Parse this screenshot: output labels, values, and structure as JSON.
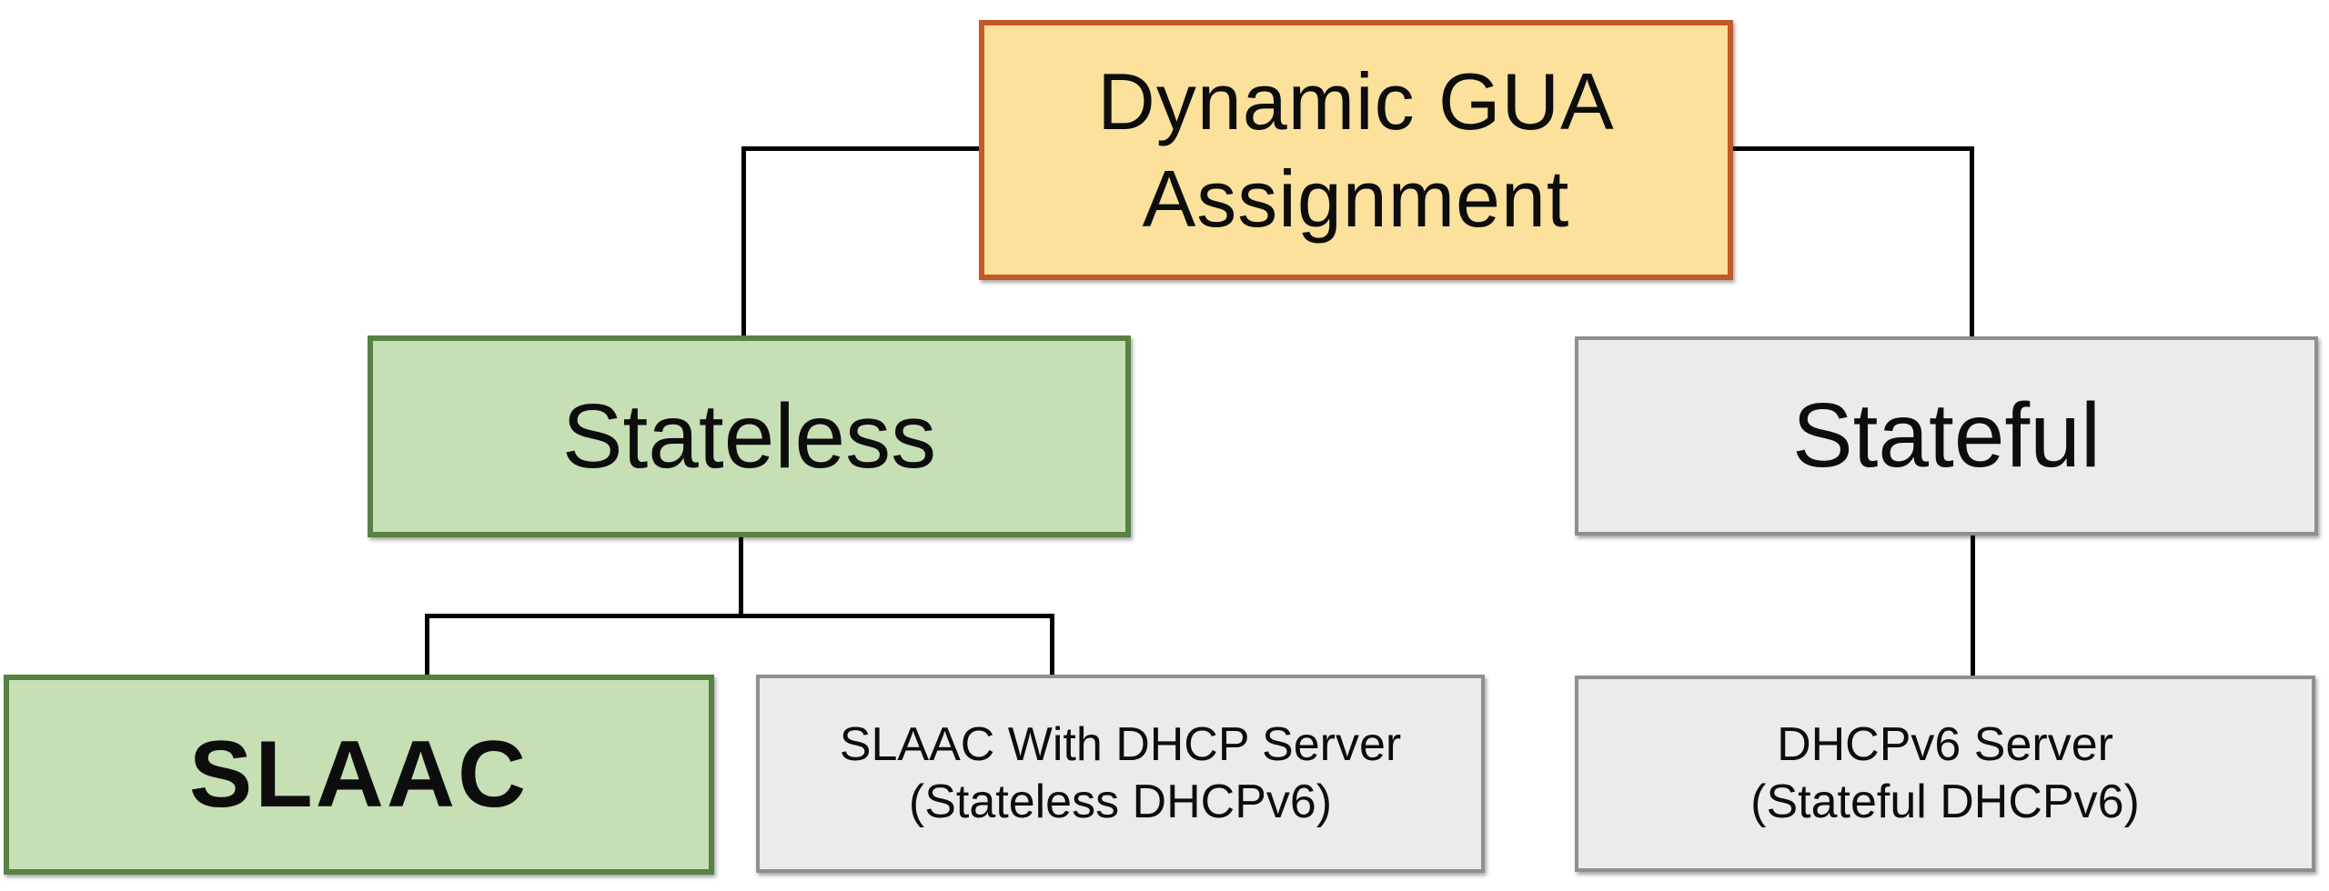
{
  "diagram": {
    "type": "tree",
    "connector_color": "#000000",
    "background_color": "#FFFFFF",
    "nodes": {
      "root": {
        "label": "Dynamic GUA Assignment",
        "label_line1": "Dynamic GUA",
        "label_line2": "Assignment",
        "fill": "#FBE19B",
        "border": "#C05A28"
      },
      "stateless": {
        "label": "Stateless",
        "fill": "#C6DFB5",
        "border": "#588144"
      },
      "stateful": {
        "label": "Stateful",
        "fill": "#EBEBEB",
        "border": "#8F8F8F"
      },
      "slaac": {
        "label": "SLAAC",
        "fill": "#C6DFB5",
        "border": "#588144"
      },
      "slaac_with_dhcp": {
        "label": "SLAAC With DHCP Server (Stateless DHCPv6)",
        "label_line1": "SLAAC With DHCP Server",
        "label_line2": "(Stateless DHCPv6)",
        "fill": "#EBEBEB",
        "border": "#8F8F8F"
      },
      "dhcpv6_server": {
        "label": "DHCPv6 Server (Stateful DHCPv6)",
        "label_line1": "DHCPv6 Server",
        "label_line2": "(Stateful DHCPv6)",
        "fill": "#EBEBEB",
        "border": "#8F8F8F"
      }
    },
    "edges": [
      {
        "from": "root",
        "to": "stateless"
      },
      {
        "from": "root",
        "to": "stateful"
      },
      {
        "from": "stateless",
        "to": "slaac"
      },
      {
        "from": "stateless",
        "to": "slaac_with_dhcp"
      },
      {
        "from": "stateful",
        "to": "dhcpv6_server"
      }
    ]
  }
}
